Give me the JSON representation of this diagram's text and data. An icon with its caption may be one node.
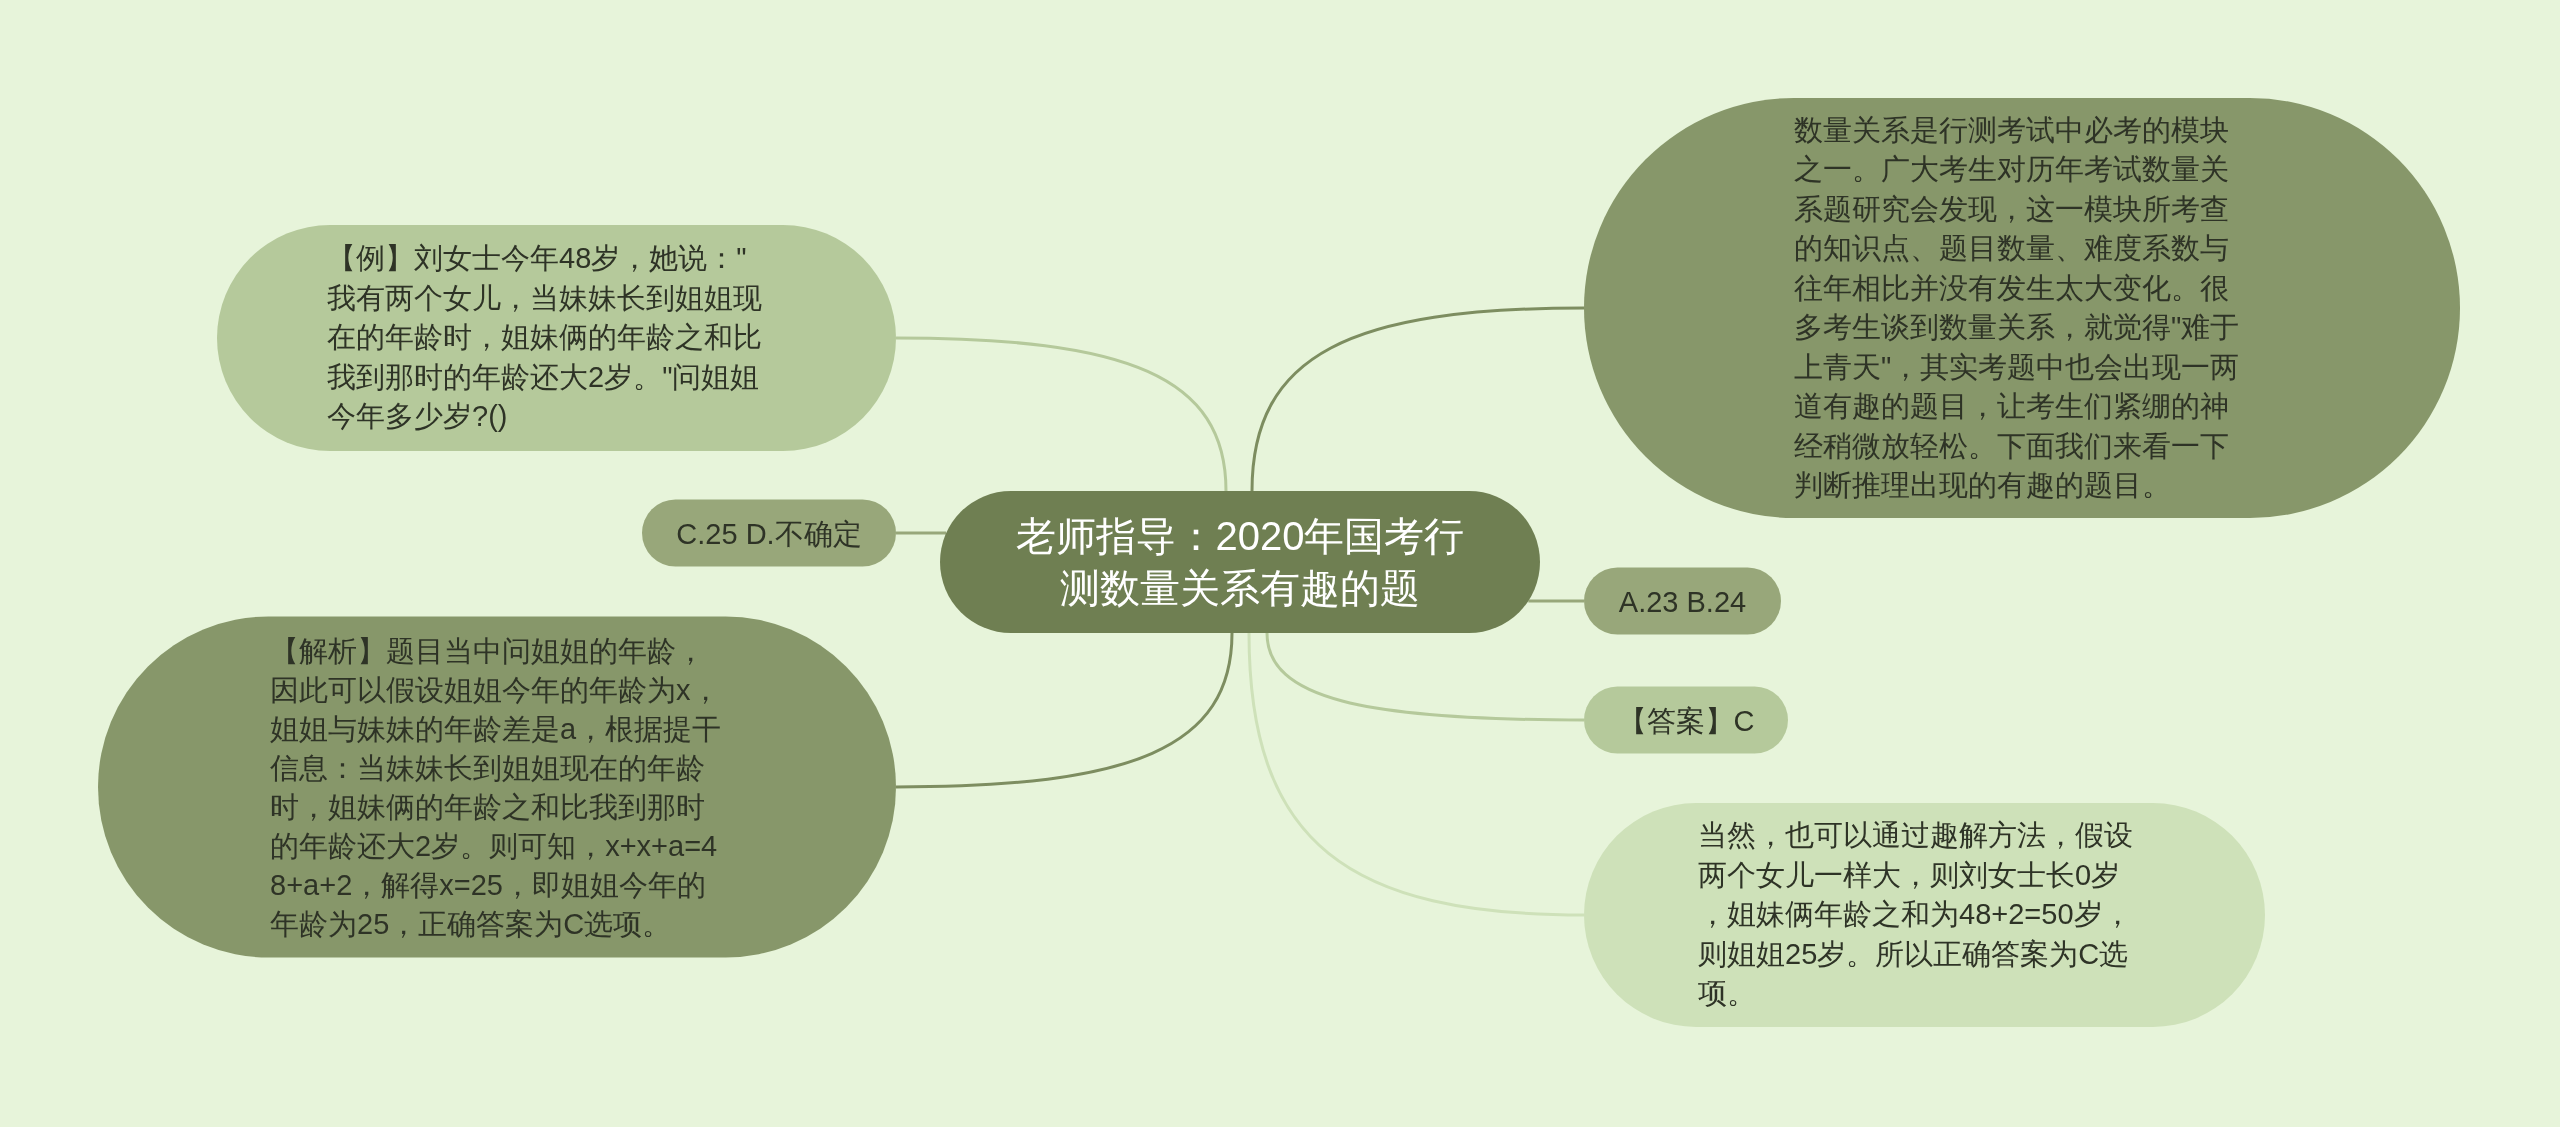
{
  "diagram": {
    "nodes": [
      {
        "text": [
          "老师指导：2020年国考行测数量关系有趣的题"
        ]
      },
      {
        "text": [
          "【例】刘女士今年48岁，她说：\"我有两个女儿，当妹妹长到姐姐现在的年龄时，姐妹俩的年龄之和比我到那时的年龄还大2岁。\"问姐姐今年多少岁?()"
        ]
      },
      {
        "text": [
          "C.25 D.不确定"
        ]
      },
      {
        "text": [
          "【解析】题目当中问姐姐的年龄，因此可以假设姐姐今年的年龄为x，姐姐与妹妹的年龄差是a，根据提干信息：当妹妹长到姐姐现在的年龄时，姐妹俩的年龄之和比我到那时的年龄还大2岁。则可知，x+x+a=48+a+2，解得x=25，即姐姐今年的年龄为25，正确答案为C选项。"
        ]
      },
      {
        "text": [
          "数量关系是行测考试中必考的模块之一。广大考生对历年考试数量关系题研究会发现，这一模块所考查的知识点、题目数量、难度系数与往年相比并没有发生太大变化。很多考生谈到数量关系，就觉得\"难于上青天\"，其实考题中也会出现一两道有趣的题目，让考生们紧绷的神经稍微放轻松。下面我们来看一下判断推理出现的有趣的题目。"
        ]
      },
      {
        "text": [
          "A.23 B.24"
        ]
      },
      {
        "text": [
          "【答案】C"
        ]
      },
      {
        "text": [
          "当然，也可以通过趣解方法，假设两个女儿一样大，则刘女士长0岁，姐妹俩年龄之和为48+2=50岁，则姐姐25岁。所以正确答案为C选项。"
        ]
      }
    ],
    "edges": [
      {
        "from": 0,
        "to": 1,
        "arrow": "none",
        "color": "#b5c99b"
      },
      {
        "from": 0,
        "to": 2,
        "arrow": "none"
      },
      {
        "from": 0,
        "to": 3,
        "arrow": "none",
        "color": "#7d8d60"
      },
      {
        "from": 0,
        "to": 4,
        "arrow": "none",
        "color": "#7d8d60"
      },
      {
        "from": 0,
        "to": 5,
        "arrow": "none"
      },
      {
        "from": 0,
        "to": 6,
        "arrow": "none",
        "color": "#b5c99b"
      },
      {
        "from": 0,
        "to": 7,
        "arrow": "none",
        "color": "#cee1b9"
      }
    ]
  }
}
